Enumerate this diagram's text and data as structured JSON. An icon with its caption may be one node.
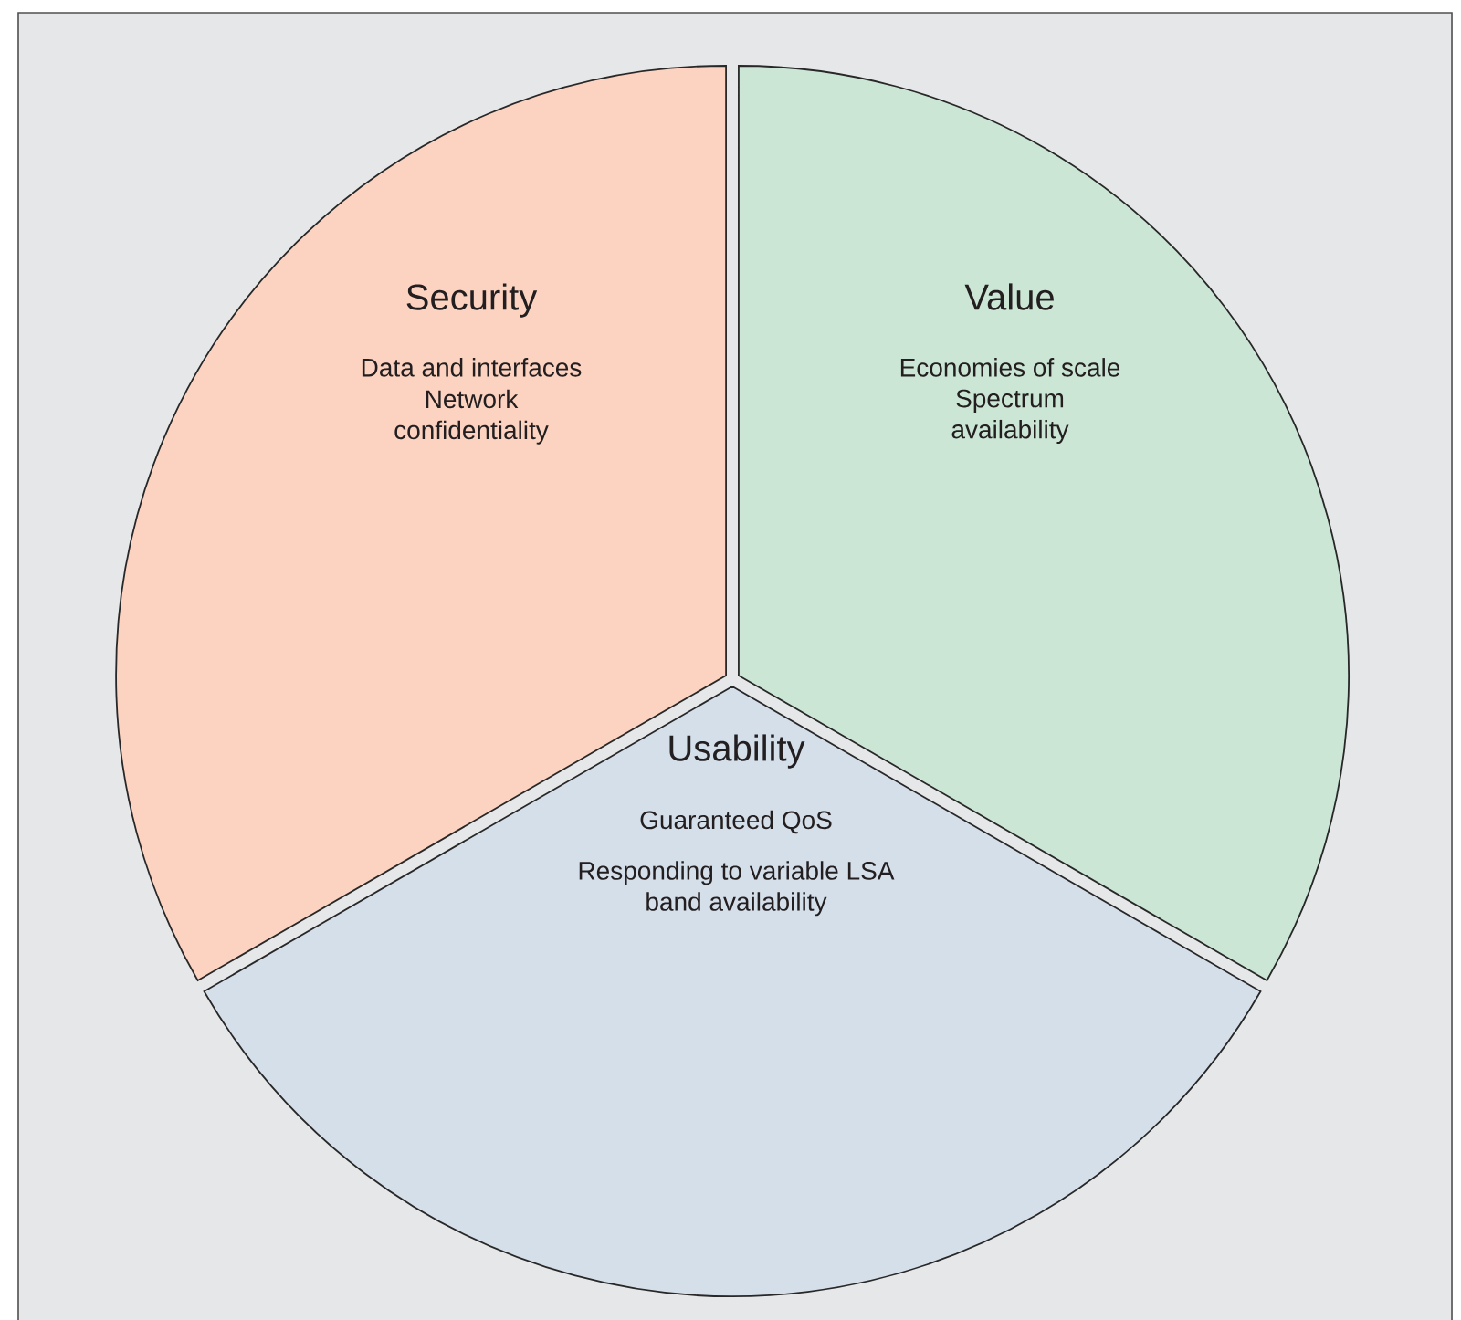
{
  "diagram": {
    "nodes": [
      {
        "text": [
          "Security",
          "Data and interfaces",
          "Network confidentiality"
        ]
      },
      {
        "text": [
          "Value",
          "Economies of scale",
          "Spectrum availability"
        ]
      },
      {
        "text": [
          "Usability",
          "Guaranteed QoS",
          "Responding to variable LSA band availability"
        ]
      }
    ]
  }
}
